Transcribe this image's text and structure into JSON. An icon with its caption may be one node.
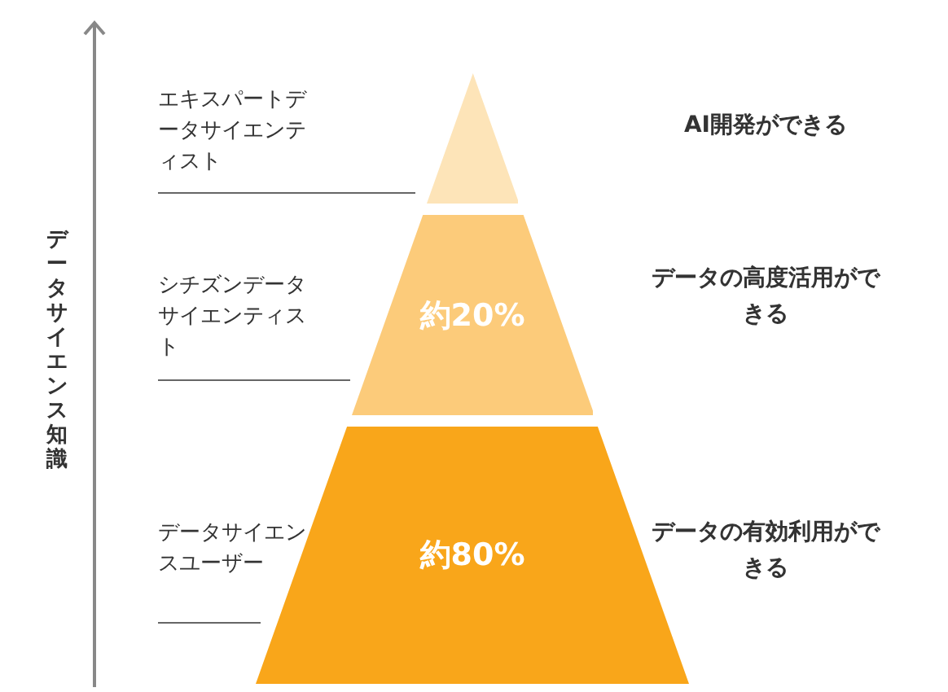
{
  "diagram": {
    "nodes": [
      {
        "text": [],
        "shape": "triangle"
      },
      {
        "text": [
          "約20%"
        ]
      },
      {
        "text": [
          "約80%"
        ]
      }
    ],
    "edges": [],
    "labels": [
      "エキスパートデータサイエンティスト",
      "AI開発ができる",
      "シチズンデータサイエンティスト",
      "データの高度活用ができる",
      "データサイエンスユーザー",
      "データの有効利用ができる",
      "データサイエンス知識"
    ]
  }
}
